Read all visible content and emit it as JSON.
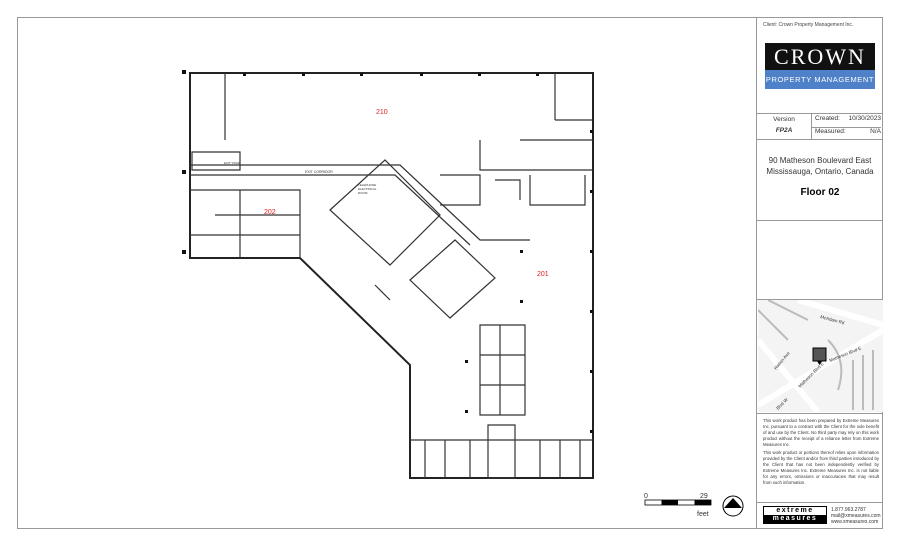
{
  "client": "Client:  Crown Property Management Inc.",
  "logo": {
    "top": "CROWN",
    "bottom": "PROPERTY MANAGEMENT",
    "colors": {
      "top": "#111111",
      "bottom": "#4f81c8"
    }
  },
  "meta": {
    "version_label": "Version",
    "version": "FP2A",
    "created_label": "Created:",
    "created": "10/30/2023",
    "measured_label": "Measured:",
    "measured": "N/A"
  },
  "address": {
    "line1": "90 Matheson Boulevard East",
    "line2": "Mississauga, Ontario, Canada"
  },
  "floor": "Floor 02",
  "map": {
    "roads": [
      "McAdam Rd",
      "Matheson Blvd E",
      "Matheson Blvd E",
      "Hatton Ave",
      "Blvd W"
    ]
  },
  "disclaimer": [
    "This work product has been prepared by Extreme Measures Inc. pursuant to a contract with the Client for the sole benefit of and use by the Client. No third party may rely on this work product without the receipt of a reliance letter from Extreme Measures Inc.",
    "This work product or portions thereof relies upon information provided by the Client and/or from third parties introduced by the Client that has not been independently verified by Extreme Measures Inc. Extreme Measures Inc. is not liable for any errors, omissions or inaccuracies that may result from such information."
  ],
  "company": {
    "line1": "extreme",
    "line2": "measures",
    "phone": "1.877.963.2787",
    "email": "mail@xmeasures.com",
    "web": "www.xmeasures.com"
  },
  "scale": {
    "min": "0",
    "max": "29",
    "unit": "feet"
  },
  "plan": {
    "suites": [
      "210",
      "202",
      "201"
    ],
    "suite_color": "#e02020",
    "labels": [
      "EXIT CORRIDOR",
      "TELEPHONE",
      "ELECTRICAL",
      "ROOM",
      "EXIT STAIR"
    ]
  }
}
